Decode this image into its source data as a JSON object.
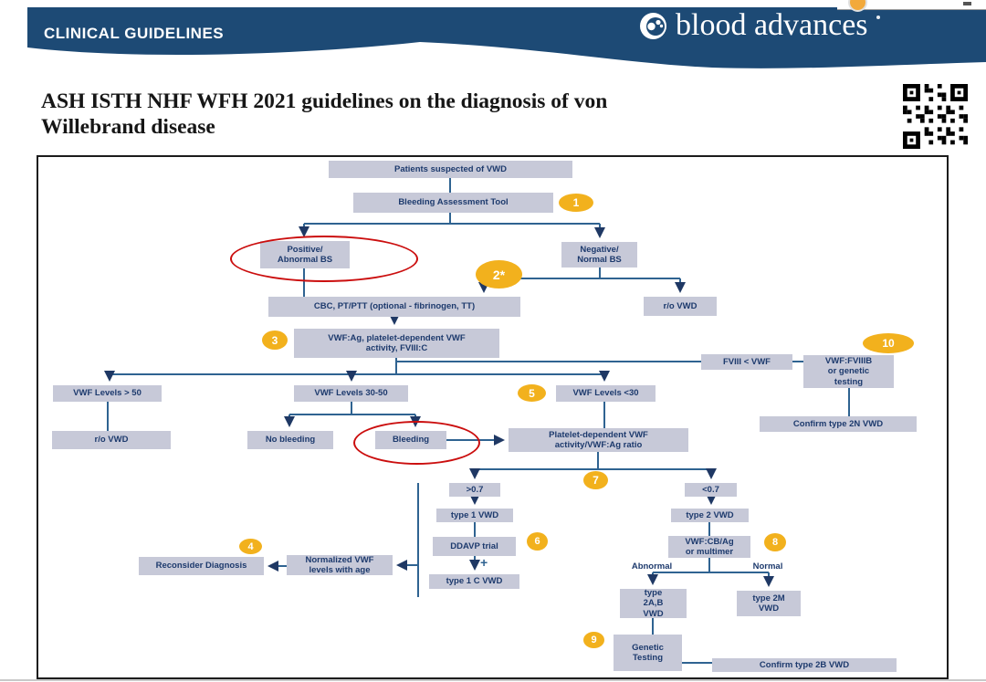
{
  "browser_fragment": {
    "icon": "favicon"
  },
  "header": {
    "kicker": "CLINICAL GUIDELINES",
    "journal_name": "blood advances",
    "bg_color": "#1d4a75"
  },
  "article": {
    "title_line1": "ASH ISTH NHF WFH 2021 guidelines on the diagnosis of von",
    "title_line2": "Willebrand disease"
  },
  "flowchart": {
    "box_color": "#c7c9d8",
    "line_color": "#2f6391",
    "step_color": "#f2b11d",
    "highlight_color": "#cb0e0e",
    "nodes": {
      "patients": "Patients suspected of VWD",
      "bat": "Bleeding Assessment Tool",
      "positive": "Positive/\nAbnormal BS",
      "negative": "Negative/\nNormal BS",
      "cbc": "CBC, PT/PTT  (optional - fibrinogen, TT)",
      "ro_vwd_top": "r/o VWD",
      "vwf_ag": "VWF:Ag, platelet-dependent VWF\nactivity, FVIII:C",
      "fviii_less": "FVIII < VWF",
      "vwf_fviiib": "VWF:FVIIIB\nor genetic\ntesting",
      "confirm_2n": "Confirm type 2N VWD",
      "vwf_gt50": "VWF Levels > 50",
      "vwf_30_50": "VWF Levels 30-50",
      "vwf_lt30": "VWF Levels <30",
      "ro_vwd_left": "r/o VWD",
      "no_bleeding": "No bleeding",
      "bleeding": "Bleeding",
      "ratio": "Platelet-dependent VWF\nactivity/VWF:Ag ratio",
      "gt_07": ">0.7",
      "lt_07": "<0.7",
      "type1": "type 1 VWD",
      "type2": "type 2 VWD",
      "ddavp": "DDAVP trial",
      "type1c": "type 1 C VWD",
      "vwf_cb": "VWF:CB/Ag\nor multimer",
      "type2ab": "type\n2A,B\nVWD",
      "type2m": "type 2M\nVWD",
      "genetic": "Genetic\nTesting",
      "confirm_2b": "Confirm type 2B VWD",
      "normalized": "Normalized VWF\nlevels with age",
      "reconsider": "Reconsider Diagnosis"
    },
    "labels": {
      "abnormal": "Abnormal",
      "normal": "Normal",
      "plus": "+"
    },
    "steps": {
      "s1": "1",
      "s2": "2*",
      "s3": "3",
      "s4": "4",
      "s5": "5",
      "s6": "6",
      "s7": "7",
      "s8": "8",
      "s9": "9",
      "s10": "10"
    }
  }
}
